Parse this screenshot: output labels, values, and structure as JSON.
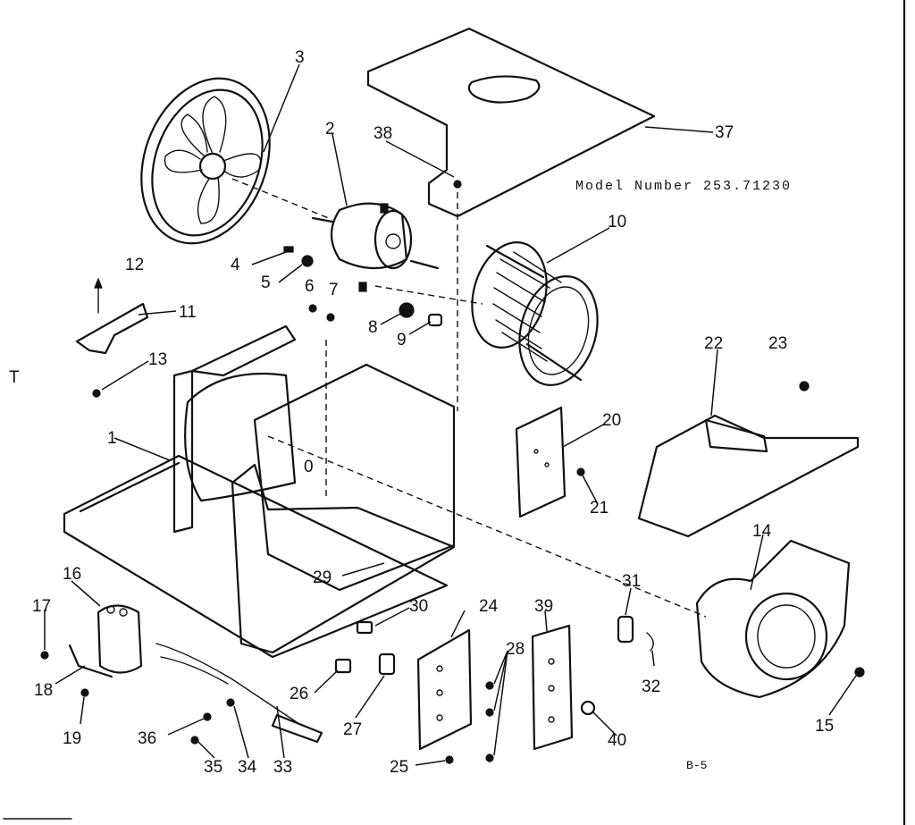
{
  "model_label": "Model Number 253.71230",
  "diagram_code": "B-5",
  "side_mark": "T",
  "callouts": [
    {
      "id": "3",
      "text": "3"
    },
    {
      "id": "2",
      "text": "2"
    },
    {
      "id": "38",
      "text": "38"
    },
    {
      "id": "37",
      "text": "37"
    },
    {
      "id": "10",
      "text": "10"
    },
    {
      "id": "12",
      "text": "12"
    },
    {
      "id": "4",
      "text": "4"
    },
    {
      "id": "5",
      "text": "5"
    },
    {
      "id": "6",
      "text": "6"
    },
    {
      "id": "7",
      "text": "7"
    },
    {
      "id": "11",
      "text": "11"
    },
    {
      "id": "8",
      "text": "8"
    },
    {
      "id": "9",
      "text": "9"
    },
    {
      "id": "13",
      "text": "13"
    },
    {
      "id": "22",
      "text": "22"
    },
    {
      "id": "23",
      "text": "23"
    },
    {
      "id": "1",
      "text": "1"
    },
    {
      "id": "20",
      "text": "20"
    },
    {
      "id": "21",
      "text": "21"
    },
    {
      "id": "29",
      "text": "29"
    },
    {
      "id": "14",
      "text": "14"
    },
    {
      "id": "16",
      "text": "16"
    },
    {
      "id": "17",
      "text": "17"
    },
    {
      "id": "30",
      "text": "30"
    },
    {
      "id": "24",
      "text": "24"
    },
    {
      "id": "39",
      "text": "39"
    },
    {
      "id": "31",
      "text": "31"
    },
    {
      "id": "28",
      "text": "28"
    },
    {
      "id": "18",
      "text": "18"
    },
    {
      "id": "26",
      "text": "26"
    },
    {
      "id": "32",
      "text": "32"
    },
    {
      "id": "15",
      "text": "15"
    },
    {
      "id": "19",
      "text": "19"
    },
    {
      "id": "27",
      "text": "27"
    },
    {
      "id": "36",
      "text": "36"
    },
    {
      "id": "40",
      "text": "40"
    },
    {
      "id": "35",
      "text": "35"
    },
    {
      "id": "34",
      "text": "34"
    },
    {
      "id": "33",
      "text": "33"
    },
    {
      "id": "25",
      "text": "25"
    }
  ]
}
